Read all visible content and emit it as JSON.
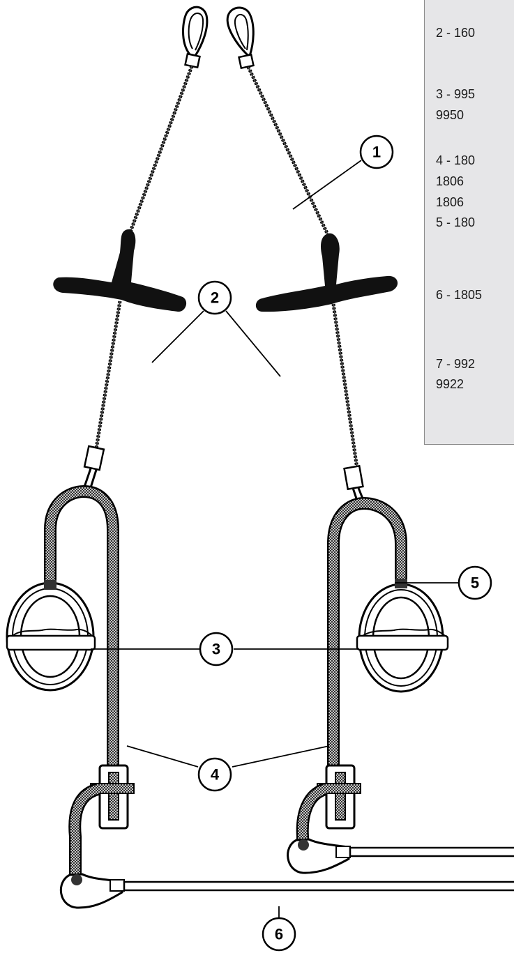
{
  "callouts": [
    "1",
    "2",
    "3",
    "4",
    "5",
    "6"
  ],
  "parts_list": [
    {
      "lines": [
        "2 - 160"
      ]
    },
    {
      "lines": [
        "3 - 995",
        "9950"
      ]
    },
    {
      "lines": [
        "4 - 180",
        "1806",
        "1806"
      ]
    },
    {
      "lines": [
        "5 - 180"
      ]
    },
    {
      "lines": [
        "6 - 1805"
      ]
    },
    {
      "lines": [
        "7 - 992",
        "9922"
      ]
    }
  ]
}
